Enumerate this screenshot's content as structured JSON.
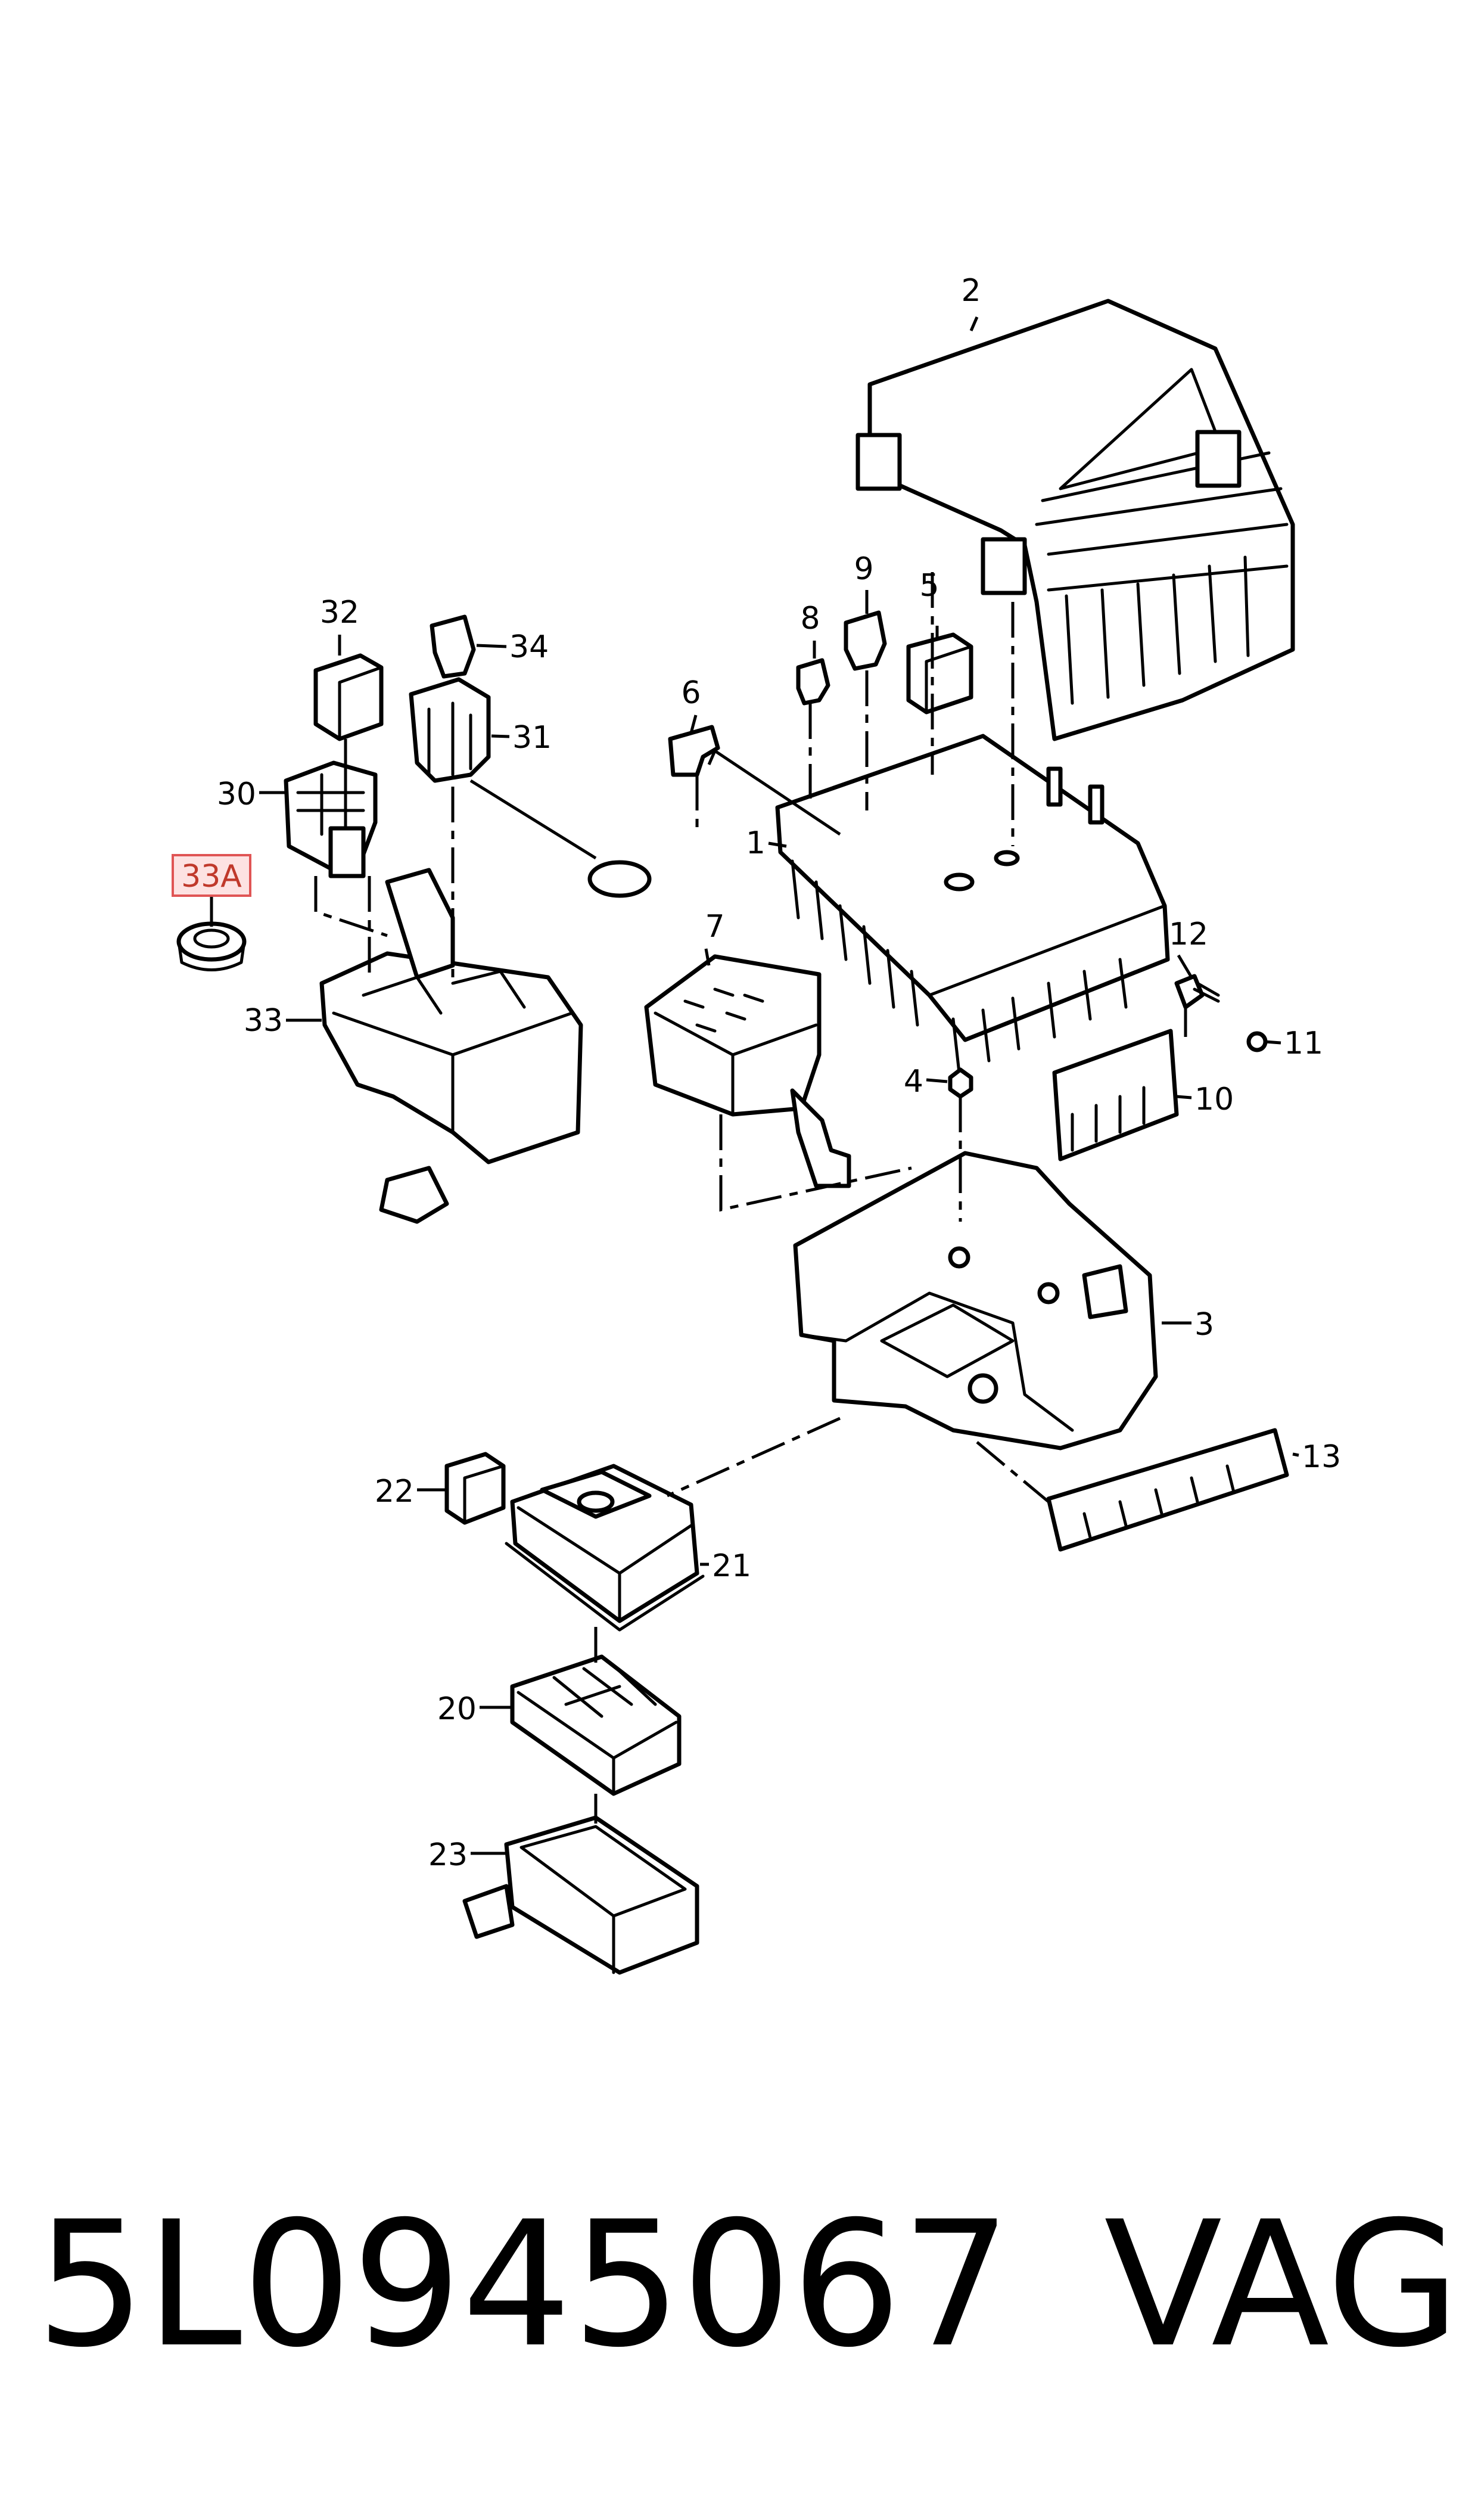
{
  "callouts": {
    "c1": "1",
    "c2": "2",
    "c3": "3",
    "c4": "4",
    "c5": "5",
    "c6": "6",
    "c7": "7",
    "c8": "8",
    "c9": "9",
    "c10": "10",
    "c11": "11",
    "c12": "12",
    "c13": "13",
    "c20": "20",
    "c21": "21",
    "c22": "22",
    "c23": "23",
    "c30": "30",
    "c31": "31",
    "c32": "32",
    "c33": "33",
    "c33a": "33A",
    "c34": "34"
  },
  "highlight": {
    "callout": "33A",
    "color": "#e05555",
    "fill": "#fde2e2"
  },
  "footer": {
    "part_number": "5L0945067",
    "brand": "VAG"
  }
}
